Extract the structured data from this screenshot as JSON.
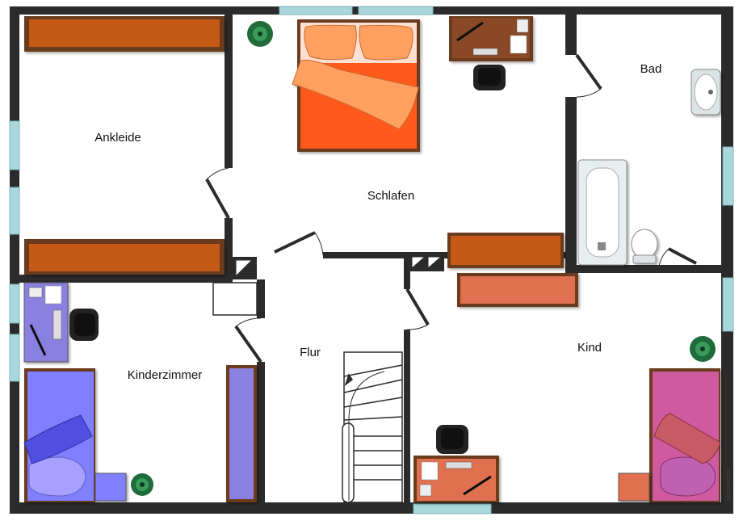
{
  "rooms": {
    "ankleide": "Ankleide",
    "schlafen": "Schlafen",
    "bad": "Bad",
    "kinderzimmer": "Kinderzimmer",
    "flur": "Flur",
    "kind": "Kind"
  },
  "credit": "McGrundriss",
  "colors": {
    "wall": "#2b2b2b",
    "window": "#a8d8dc",
    "wardrobe": "#c45a14",
    "bed_master": "#ff5a1e",
    "pillow_master": "#ffa060",
    "bed_child_blue": "#8080ff",
    "bed_child_pink": "#d05aa0",
    "desk_dark": "#6b3a1f",
    "desk_light": "#e07050",
    "desk_blue": "#8a80e0",
    "plant": "#1f6b3a"
  }
}
